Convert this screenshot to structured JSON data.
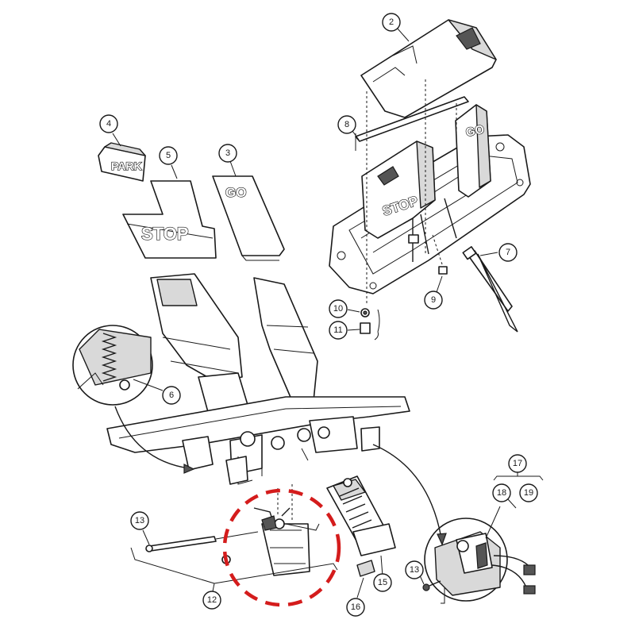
{
  "part_labels": {
    "park": "PARK",
    "stop_pad": "STOP",
    "go_pad": "GO",
    "stop_pedal": "STOP",
    "go_pedal": "GO"
  },
  "callouts": [
    {
      "id": "c2",
      "label": "2"
    },
    {
      "id": "c3",
      "label": "3"
    },
    {
      "id": "c4",
      "label": "4"
    },
    {
      "id": "c5",
      "label": "5"
    },
    {
      "id": "c6",
      "label": "6"
    },
    {
      "id": "c7",
      "label": "7"
    },
    {
      "id": "c8",
      "label": "8"
    },
    {
      "id": "c9",
      "label": "9"
    },
    {
      "id": "c10",
      "label": "10"
    },
    {
      "id": "c11",
      "label": "11"
    },
    {
      "id": "c12",
      "label": "12"
    },
    {
      "id": "c13a",
      "label": "13"
    },
    {
      "id": "c13b",
      "label": "13"
    },
    {
      "id": "c15",
      "label": "15"
    },
    {
      "id": "c16",
      "label": "16"
    },
    {
      "id": "c17",
      "label": "17"
    },
    {
      "id": "c18",
      "label": "18"
    },
    {
      "id": "c19",
      "label": "19"
    }
  ],
  "colors": {
    "highlight": "#d41c1c",
    "line": "#1a1a1a"
  }
}
